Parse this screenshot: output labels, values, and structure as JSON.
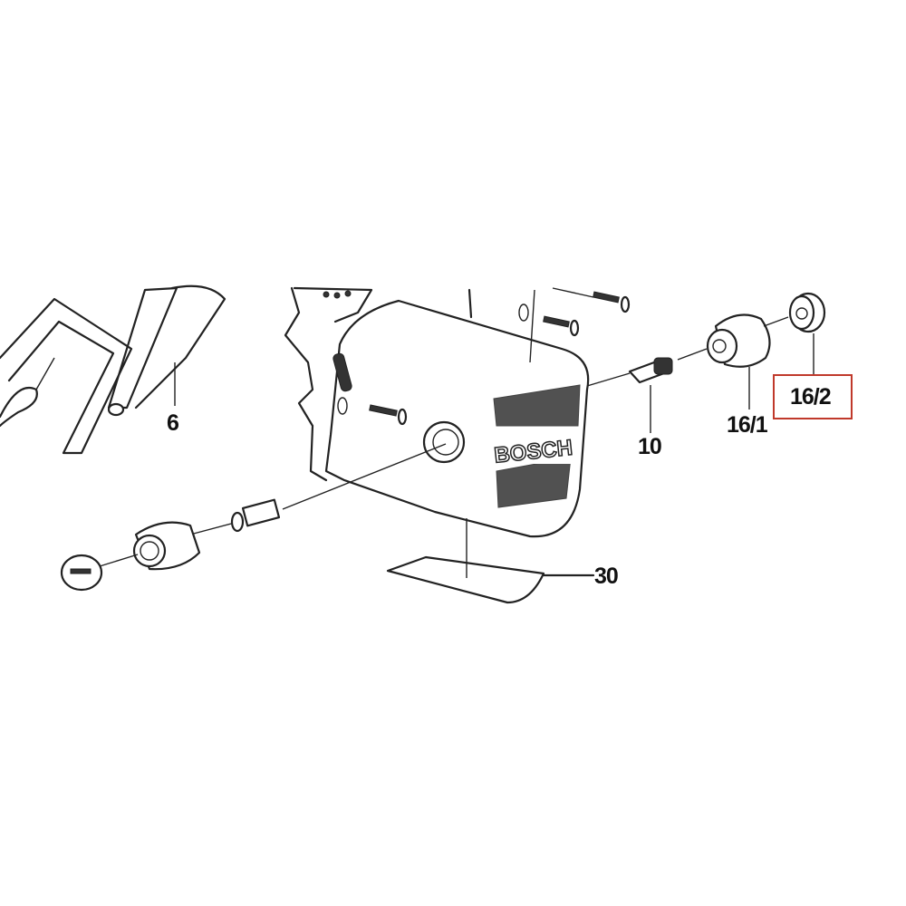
{
  "diagram": {
    "brand_logo": "BOSCH",
    "parts": [
      {
        "id": "6",
        "label": "6"
      },
      {
        "id": "10",
        "label": "10"
      },
      {
        "id": "16/1",
        "label": "16/1"
      },
      {
        "id": "16/2",
        "label": "16/2",
        "highlighted": true
      },
      {
        "id": "30",
        "label": "30"
      }
    ],
    "highlight_color": "#c0392b"
  }
}
